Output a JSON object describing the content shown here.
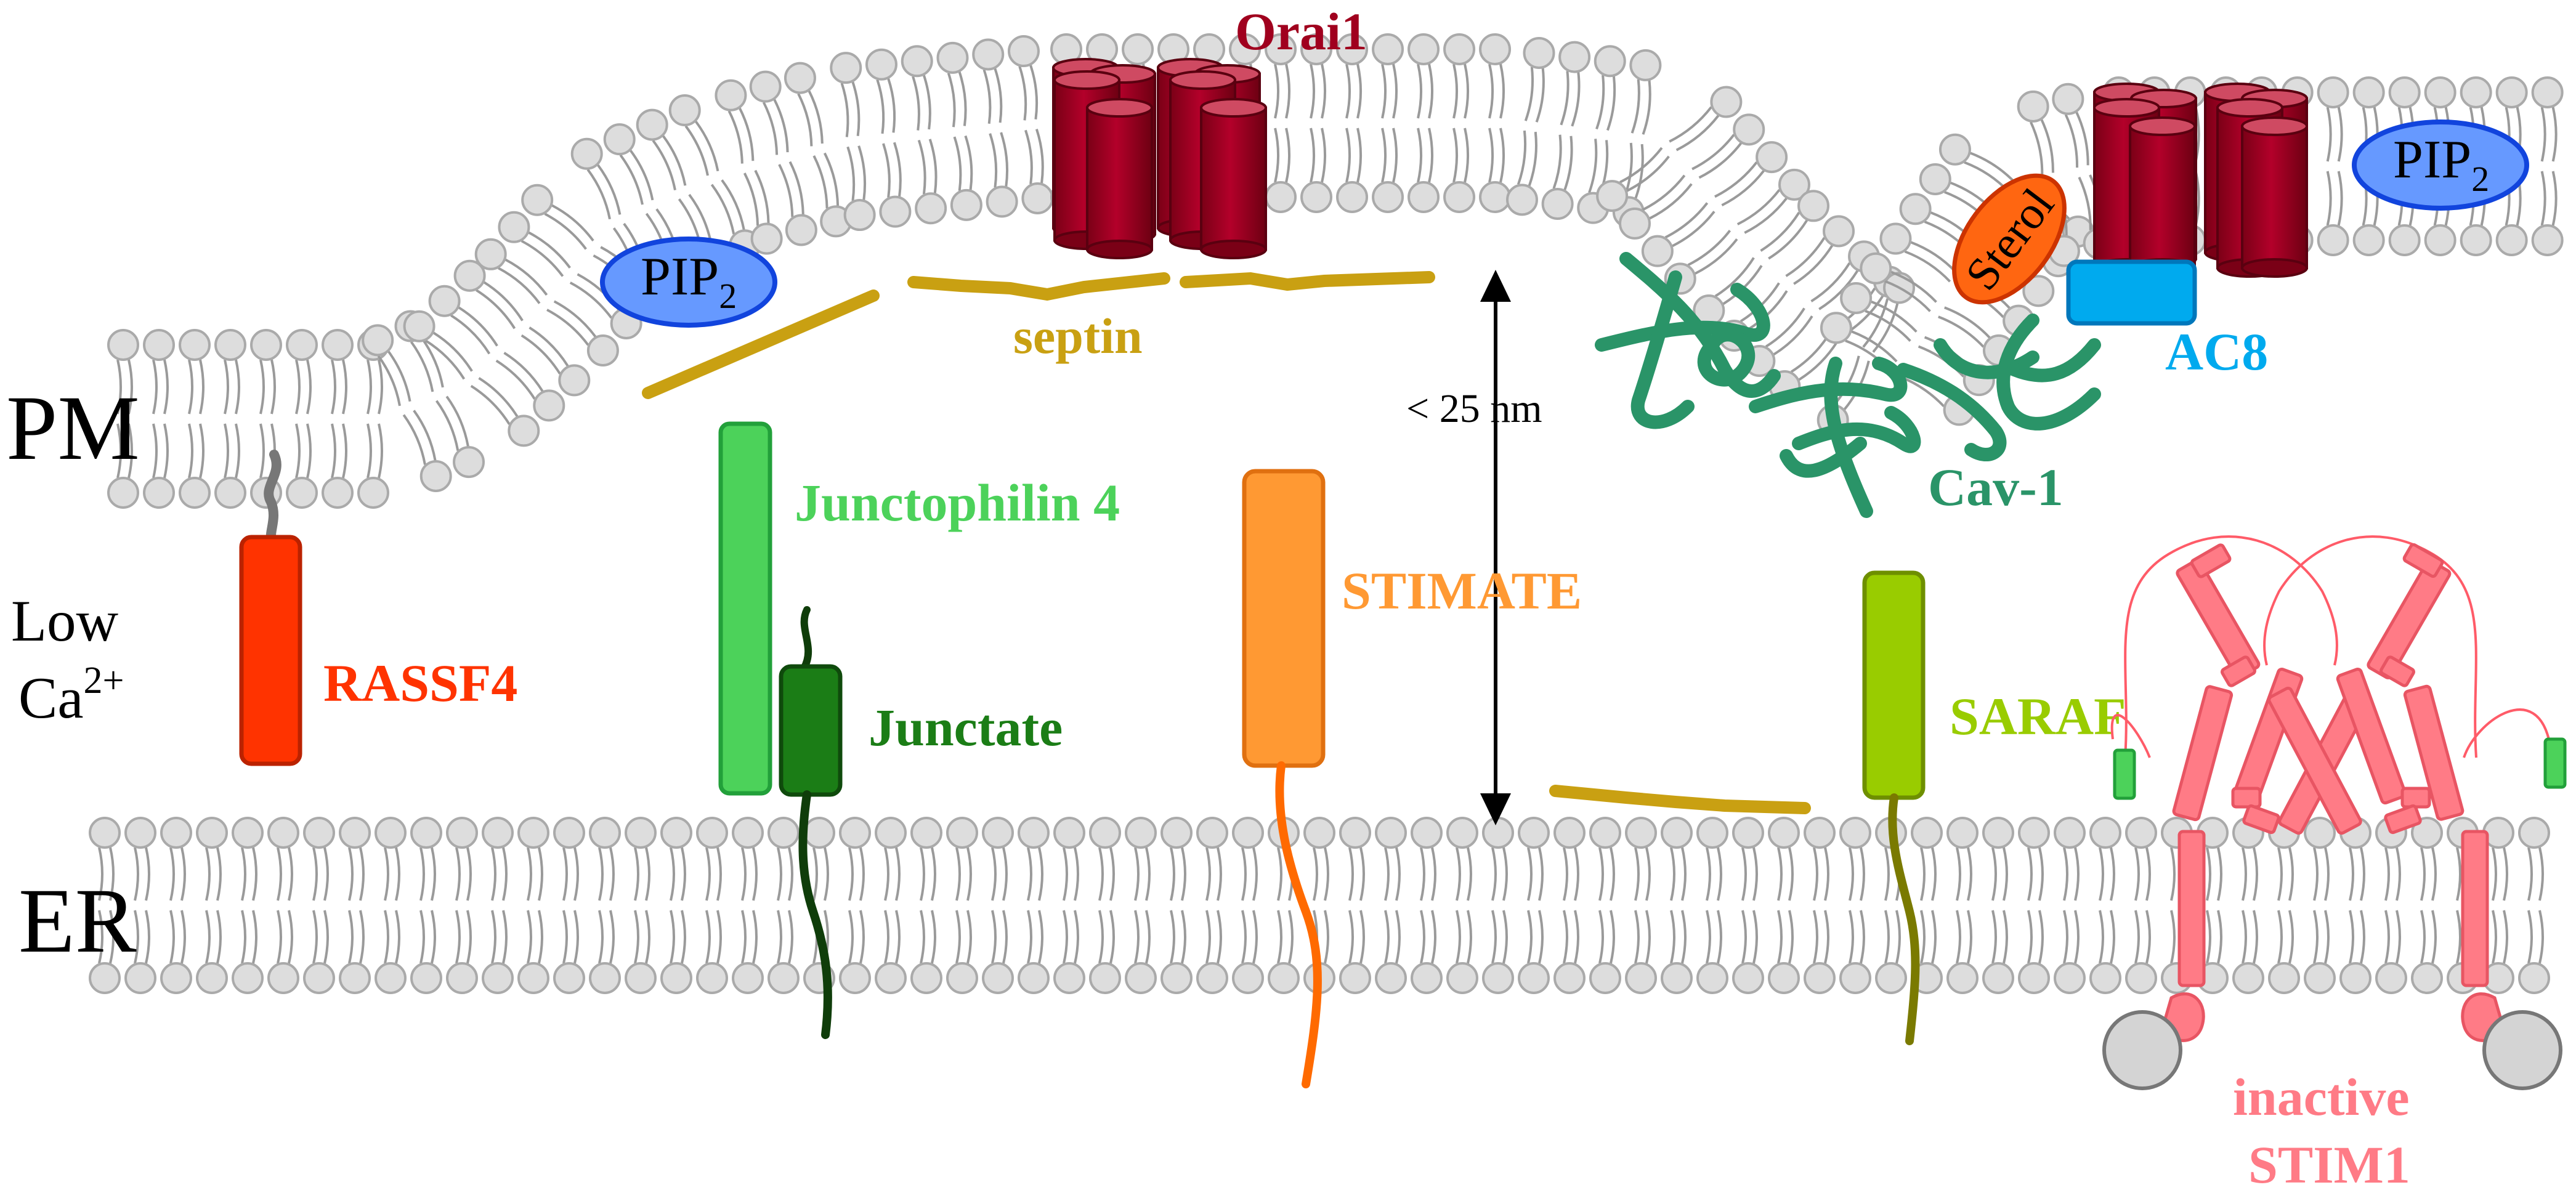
{
  "regions": {
    "pm": "PM",
    "er": "ER",
    "low": "Low",
    "ca": "Ca",
    "ca_charge": "2+"
  },
  "labels": {
    "orai1": "Orai1",
    "septin": "septin",
    "pip2_left": "PIP",
    "pip2_right": "PIP",
    "pip2_sub": "2",
    "sterol": "Sterol",
    "ac8": "AC8",
    "cav1": "Cav-1",
    "distance": "< 25 nm",
    "junctophilin": "Junctophilin 4",
    "junctate": "Junctate",
    "rassf4": "RASSF4",
    "stimate": "STIMATE",
    "saraf": "SARAF",
    "stim1_line1": "inactive",
    "stim1_line2": "STIM1"
  },
  "colors": {
    "orai1": "#a0001e",
    "septin": "#c9a012",
    "pip2_fill": "#6699ff",
    "pip2_stroke": "#1144dd",
    "sterol_fill": "#ff6611",
    "ac8": "#00aaee",
    "cav1": "#2a9468",
    "junctophilin": "#4cd25a",
    "junctate": "#1b7d16",
    "rassf4": "#ff3300",
    "stimate": "#ff9933",
    "saraf": "#99cc00",
    "stim1": "#ff7b86",
    "lipid_head": "#dddddd",
    "lipid_edge": "#aaaaaa"
  }
}
